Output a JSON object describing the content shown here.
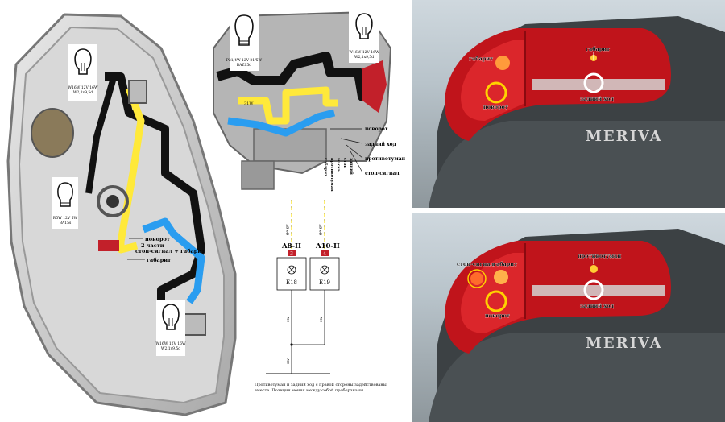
{
  "left_panel": {
    "bulb_top": {
      "code": "W16W 12V 16W",
      "base": "W2,1x9,5d"
    },
    "bulb_mid": {
      "code": "R5W 12V 5W",
      "base": "BA15s"
    },
    "bulb_bottom": {
      "code": "W16W 12V 16W",
      "base": "W2,1x9,5d"
    },
    "label_turn": "поворот",
    "label_two_parts": "2 части",
    "label_brake_side": "стоп-сигнал + габарит",
    "label_side": "габарит"
  },
  "middle_top": {
    "bulb_left": {
      "code": "P21/4W 12V 21/5W",
      "base": "BAZ15d"
    },
    "bulb_right": {
      "code": "W16W 12V 16W",
      "base": "W2,1x9,5d"
    },
    "pin_label": "31W",
    "labels_right": [
      "поворот",
      "задний ход",
      "противотуман",
      "стоп-сигнал"
    ],
    "labels_vertical": [
      "габарит",
      "противотуман",
      "масса",
      "стоп",
      "задний"
    ]
  },
  "schematic": {
    "wire_left": "ge gr",
    "wire_right": "ge gr",
    "conn_left": "A8-II",
    "conn_right": "A10-II",
    "pin_left": "3",
    "pin_right": "4",
    "lamp_left": "E18",
    "lamp_right": "E19",
    "wire_bottom_left": "sw",
    "wire_bottom_right": "sw",
    "wire_ground": "sw",
    "note": "Противотуман и задний ход с правой стороны задействованы вместе. Позиция меняя между собой проборзнаны."
  },
  "photo_top": {
    "brand": "MERIVA",
    "labels": {
      "side_left": "габарит",
      "side_right": "габарит",
      "turn": "поворот",
      "reverse": "задний ход"
    }
  },
  "photo_bottom": {
    "brand": "MERIVA",
    "labels": {
      "brake": "стоп-сигнал",
      "side": "габарит",
      "fog": "противотуман",
      "turn": "поворот",
      "reverse": "задний ход"
    }
  },
  "colors": {
    "yellow": "#ffe93a",
    "blue": "#2a9df0",
    "black": "#111111",
    "red": "#c2202a"
  }
}
